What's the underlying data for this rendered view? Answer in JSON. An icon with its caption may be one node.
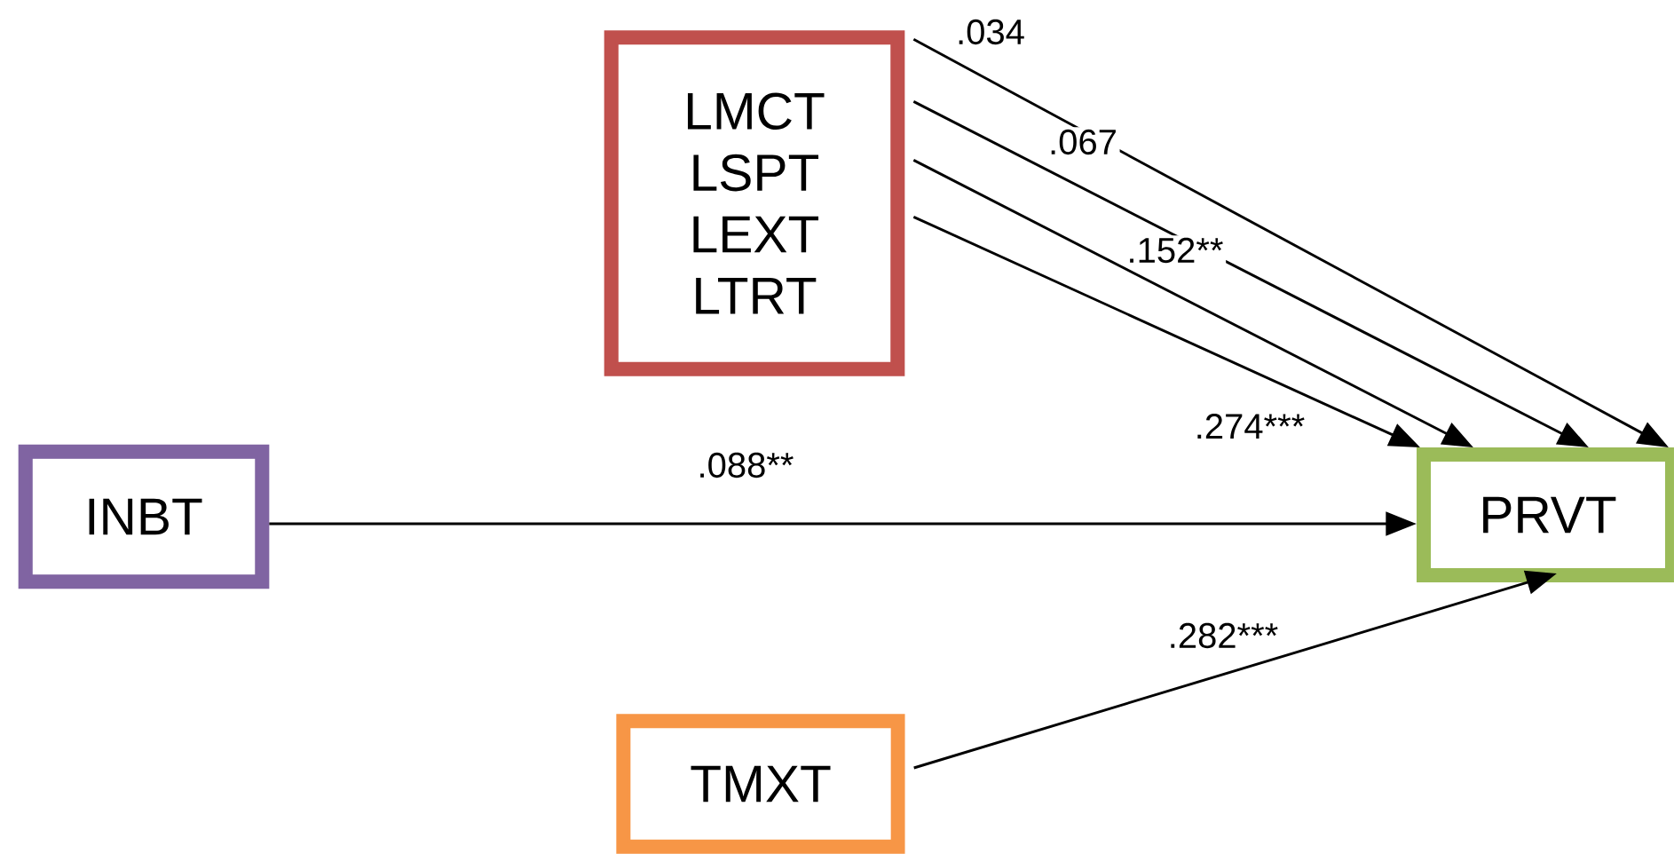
{
  "diagram": {
    "nodes": [
      {
        "text": [
          "LMCT",
          "LSPT",
          "LEXT",
          "LTRT"
        ]
      },
      {
        "text": [
          "INBT"
        ]
      },
      {
        "text": [
          "PRVT"
        ]
      },
      {
        "text": [
          "TMXT"
        ]
      }
    ],
    "edges": [
      {
        "from": 0,
        "to": 2,
        "arrow": "to",
        "label": ".034"
      },
      {
        "from": 0,
        "to": 2,
        "arrow": "to",
        "label": ".067"
      },
      {
        "from": 0,
        "to": 2,
        "arrow": "to",
        "label": ".152**"
      },
      {
        "from": 0,
        "to": 2,
        "arrow": "to",
        "label": ".274***"
      },
      {
        "from": 1,
        "to": 2,
        "arrow": "to",
        "label": ".088**"
      },
      {
        "from": 3,
        "to": 2,
        "arrow": "to",
        "label": ".282***"
      }
    ]
  }
}
